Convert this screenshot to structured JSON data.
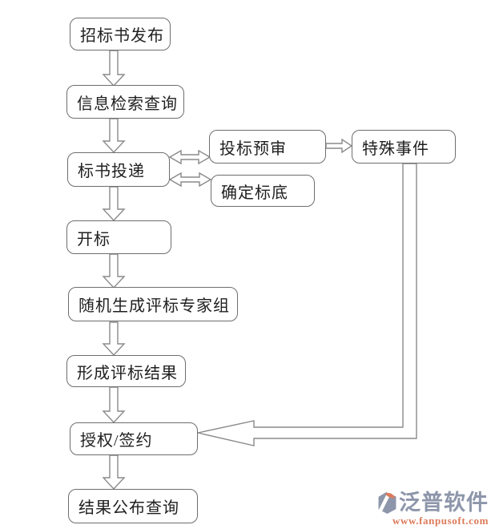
{
  "diagram": {
    "type": "flowchart",
    "language": "zh-CN",
    "nodes": [
      {
        "id": "tender-release",
        "label": "招标书发布"
      },
      {
        "id": "info-search",
        "label": "信息检索查询"
      },
      {
        "id": "bid-delivery",
        "label": "标书投递"
      },
      {
        "id": "bid-prereview",
        "label": "投标预审"
      },
      {
        "id": "determine-base-price",
        "label": "确定标底"
      },
      {
        "id": "special-events",
        "label": "特殊事件"
      },
      {
        "id": "bid-opening",
        "label": "开标"
      },
      {
        "id": "expert-group",
        "label": "随机生成评标专家组"
      },
      {
        "id": "evaluation-result",
        "label": "形成评标结果"
      },
      {
        "id": "authorize-sign",
        "label": "授权/签约"
      },
      {
        "id": "result-publish",
        "label": "结果公布查询"
      }
    ],
    "edges": [
      {
        "from": "招标书发布",
        "to": "信息检索查询",
        "type": "hollow-arrow-down"
      },
      {
        "from": "信息检索查询",
        "to": "标书投递",
        "type": "hollow-arrow-down"
      },
      {
        "from": "标书投递",
        "to": "投标预审",
        "type": "hollow-double-arrow"
      },
      {
        "from": "标书投递",
        "to": "确定标底",
        "type": "hollow-double-arrow"
      },
      {
        "from": "投标预审",
        "to": "特殊事件",
        "type": "hollow-arrow-right"
      },
      {
        "from": "标书投递",
        "to": "开标",
        "type": "hollow-arrow-down"
      },
      {
        "from": "开标",
        "to": "随机生成评标专家组",
        "type": "hollow-arrow-down"
      },
      {
        "from": "随机生成评标专家组",
        "to": "形成评标结果",
        "type": "hollow-arrow-down"
      },
      {
        "from": "形成评标结果",
        "to": "授权/签约",
        "type": "hollow-arrow-down"
      },
      {
        "from": "特殊事件",
        "to": "授权/签约",
        "type": "hollow-elbow-arrow-left"
      },
      {
        "from": "授权/签约",
        "to": "结果公布查询",
        "type": "hollow-arrow-down"
      }
    ],
    "colors": {
      "background": "#ffffff",
      "node_border": "#6e6e6e",
      "node_fill": "#ffffff",
      "node_text": "#1f1f1f",
      "connector_stroke": "#8a8a8a"
    }
  },
  "branding": {
    "logo_text": "泛普软件",
    "website": "www.fanpusoft.com",
    "logo_gray_blue": "#8d96aa",
    "logo_orange": "#dd7a5a"
  }
}
